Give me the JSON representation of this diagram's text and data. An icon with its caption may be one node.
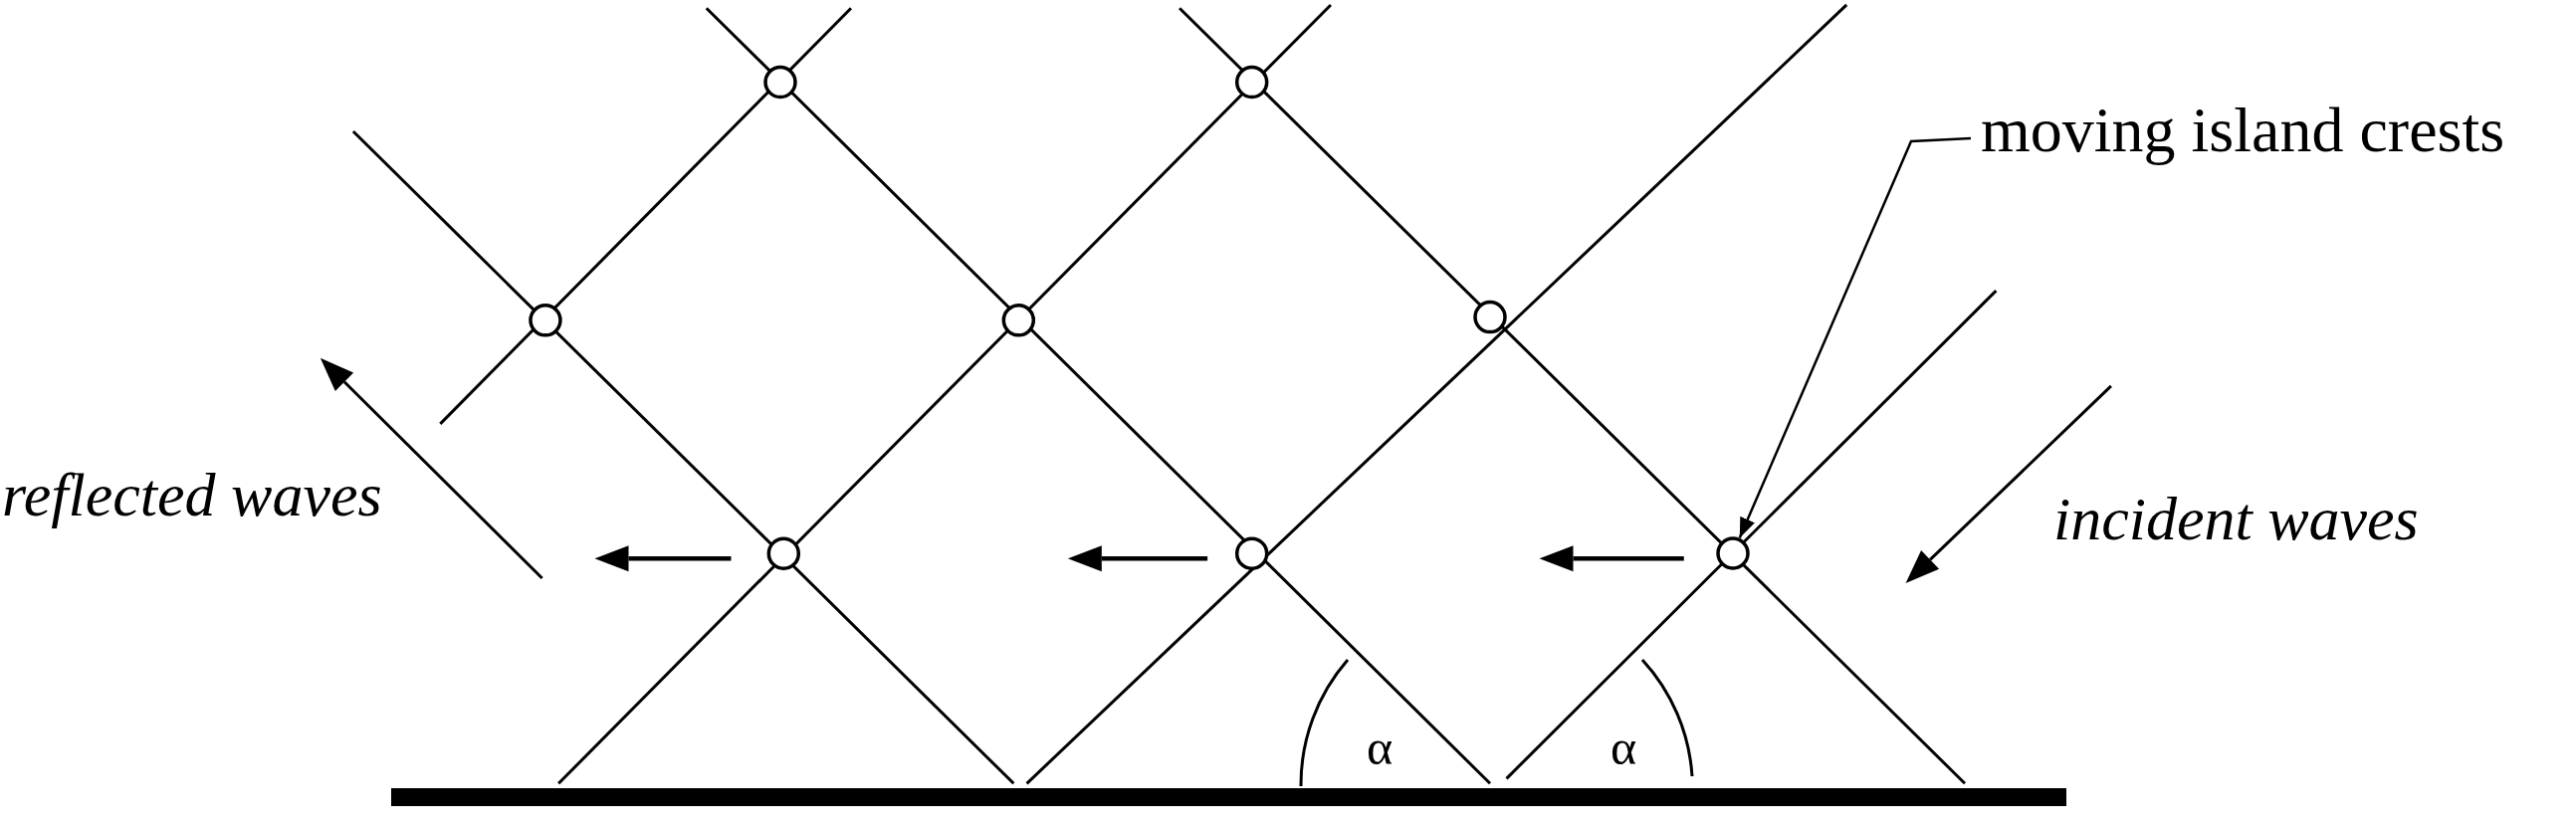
{
  "diagram": {
    "nodes": [
      {
        "text": [
          "moving island crests"
        ]
      },
      {
        "text": [],
        "shape": "circle"
      }
    ],
    "edges": [
      {
        "from": 0,
        "to": 1,
        "arrow": "to"
      }
    ],
    "labels": [
      "reflected waves",
      "incident waves",
      "α",
      "α"
    ]
  }
}
